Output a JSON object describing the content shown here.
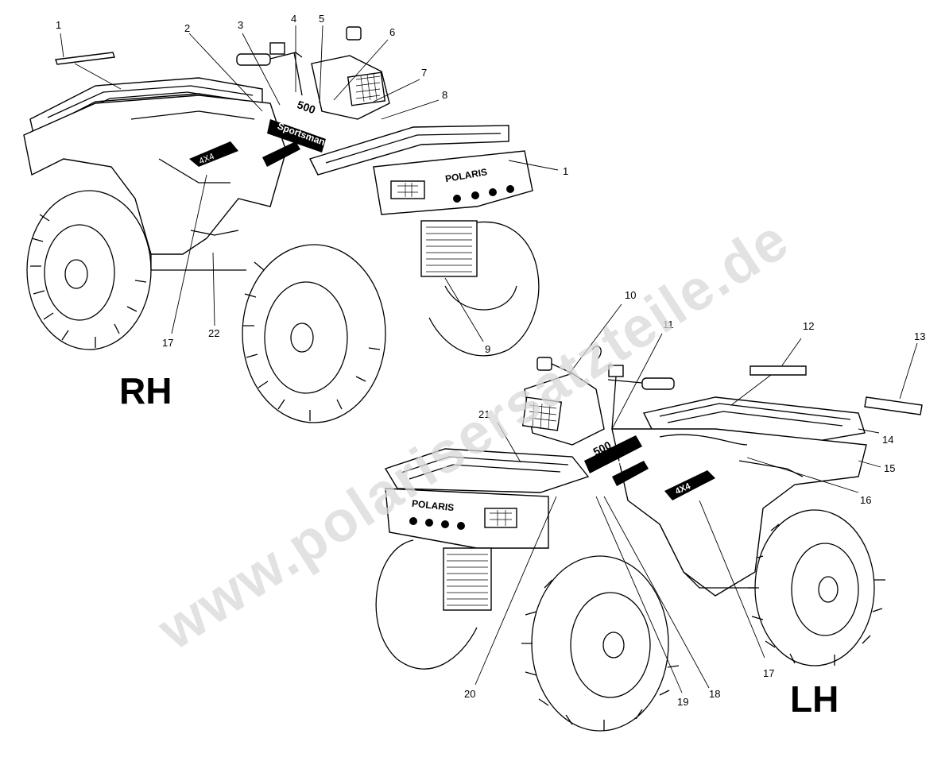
{
  "watermark": "www.polarisersatzteile.de",
  "views": {
    "rh": {
      "label": "RH"
    },
    "lh": {
      "label": "LH"
    }
  },
  "decals": {
    "rh_body": "Sportsman",
    "rh_model": "500",
    "lh_model": "500",
    "lh_body": "Sportsman",
    "brand": "POLARIS",
    "drive": "4X4"
  },
  "callouts": [
    {
      "id": "c1a",
      "text": "1"
    },
    {
      "id": "c2",
      "text": "2"
    },
    {
      "id": "c3",
      "text": "3"
    },
    {
      "id": "c4",
      "text": "4"
    },
    {
      "id": "c5",
      "text": "5"
    },
    {
      "id": "c6",
      "text": "6"
    },
    {
      "id": "c7",
      "text": "7"
    },
    {
      "id": "c8",
      "text": "8"
    },
    {
      "id": "c1b",
      "text": "1"
    },
    {
      "id": "c17a",
      "text": "17"
    },
    {
      "id": "c22",
      "text": "22"
    },
    {
      "id": "c9",
      "text": "9"
    },
    {
      "id": "c10",
      "text": "10"
    },
    {
      "id": "c11",
      "text": "11"
    },
    {
      "id": "c12",
      "text": "12"
    },
    {
      "id": "c13",
      "text": "13"
    },
    {
      "id": "c14",
      "text": "14"
    },
    {
      "id": "c15",
      "text": "15"
    },
    {
      "id": "c16",
      "text": "16"
    },
    {
      "id": "c21",
      "text": "21"
    },
    {
      "id": "c17b",
      "text": "17"
    },
    {
      "id": "c18",
      "text": "18"
    },
    {
      "id": "c19",
      "text": "19"
    },
    {
      "id": "c20",
      "text": "20"
    }
  ]
}
